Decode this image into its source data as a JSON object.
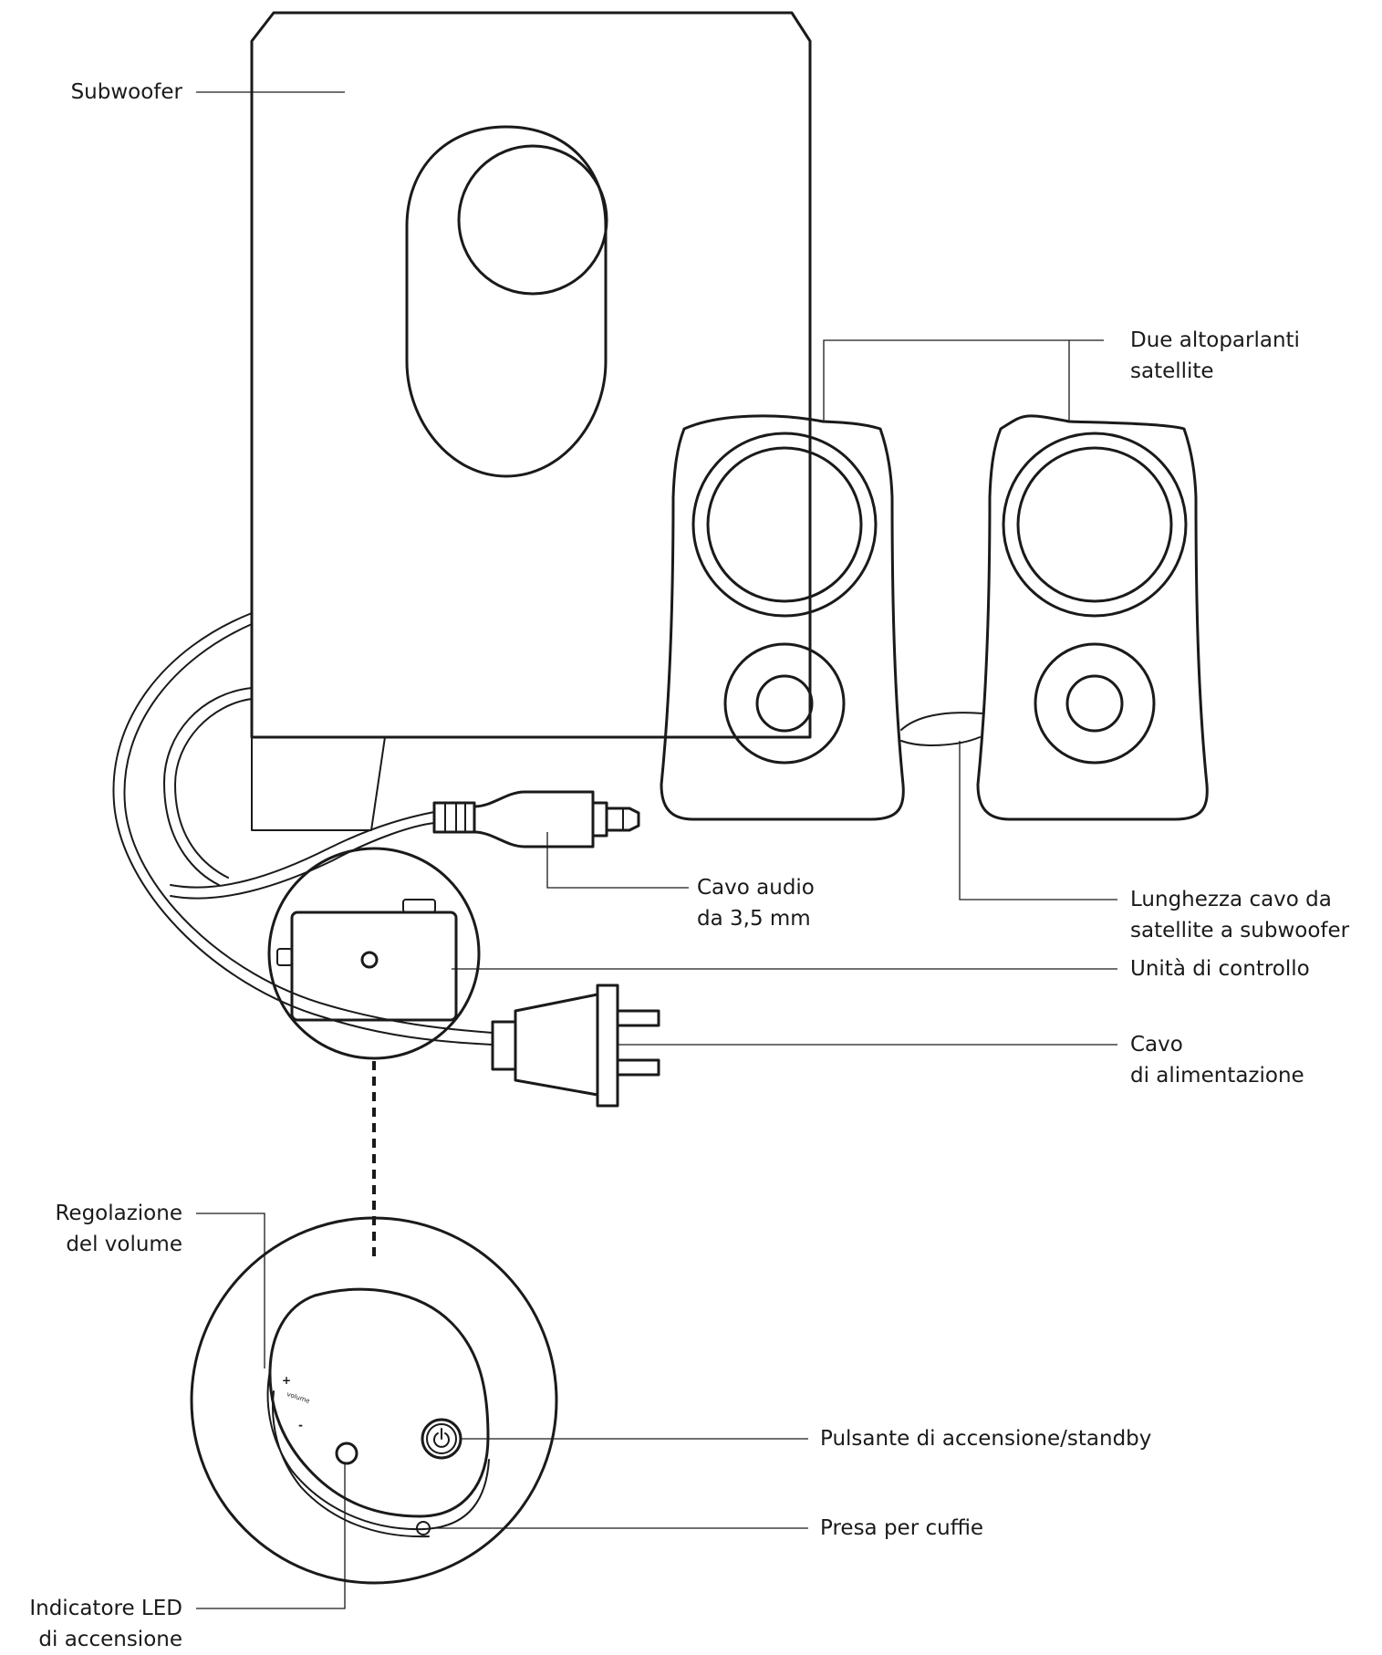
{
  "labels": {
    "subwoofer": "Subwoofer",
    "satellites": [
      "Due altoparlanti",
      "satellite"
    ],
    "audio_cable": [
      "Cavo audio",
      "da 3,5 mm"
    ],
    "satellite_cable": [
      "Lunghezza cavo da",
      "satellite a subwoofer"
    ],
    "control_unit": "Unità di controllo",
    "power_cable": [
      "Cavo",
      "di alimentazione"
    ],
    "volume": [
      "Regolazione",
      "del volume"
    ],
    "power_button": "Pulsante di accensione/standby",
    "headphone": "Presa per cuffie",
    "led": [
      "Indicatore LED",
      "di accensione"
    ]
  },
  "control_markings": {
    "plus": "+",
    "volume": "volume",
    "minus": "-"
  },
  "icons": [
    "power-icon"
  ]
}
